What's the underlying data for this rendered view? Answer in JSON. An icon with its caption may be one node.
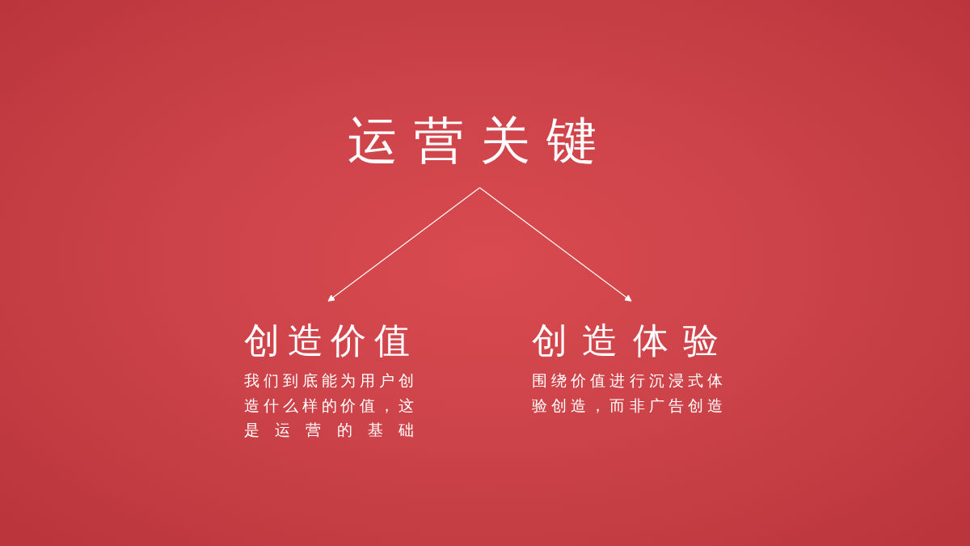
{
  "diagram": {
    "nodes": [
      {
        "text": [
          "运营关键"
        ]
      },
      {
        "text": [
          "创造价值",
          "我们到底能为用户创造什么样的价值，这是运营的基础"
        ]
      },
      {
        "text": [
          "创造体验",
          "围绕价值进行沉浸式体验创造，而非广告创造"
        ]
      }
    ],
    "edges": [
      {
        "from": 0,
        "to": 1,
        "arrow": "to"
      },
      {
        "from": 0,
        "to": 2,
        "arrow": "to"
      }
    ]
  }
}
